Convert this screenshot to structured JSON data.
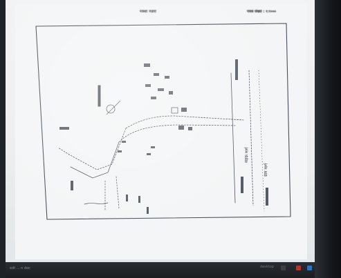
{
  "document": {
    "header_left": "नक्शा नज़रा",
    "header_right": "पत्रक संख्या : १:१०००",
    "road_label": "सड़क मार्ग",
    "side_label": "ग्राम मार्ग"
  },
  "taskbar": {
    "item_label": "edt ... n doc",
    "status_label": "desktop"
  },
  "colors": {
    "ink": "#2b3440",
    "paper": "#f3f5f6",
    "taskbar": "#1b1d21"
  }
}
